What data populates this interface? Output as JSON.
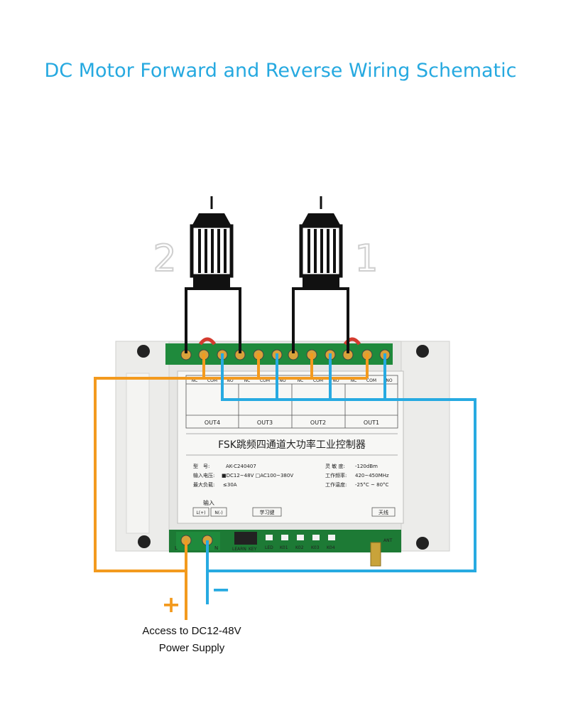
{
  "title": "DC Motor Forward and Reverse Wiring Schematic",
  "motors": [
    {
      "label": "2"
    },
    {
      "label": "1"
    }
  ],
  "controller": {
    "name": "FSK跳频四通道大功率工业控制器",
    "outputs": [
      "OUT4",
      "OUT3",
      "OUT2",
      "OUT1"
    ],
    "contact_labels": [
      "NC",
      "COM",
      "NO"
    ],
    "spec_rows": [
      {
        "label": "型　号:",
        "value": "AK-C240407"
      },
      {
        "label": "输入电压:",
        "value": "■DC12~48V □AC100~380V"
      },
      {
        "label": "最大负载:",
        "value": "≤30A"
      },
      {
        "label": "灵 敏 度:",
        "value": "-120dBm"
      },
      {
        "label": "工作频率:",
        "value": "420~450MHz"
      },
      {
        "label": "工作温度:",
        "value": "-25°C ~ 80°C"
      }
    ],
    "input_label": "输入",
    "input_terminals": [
      "L(+)",
      "N(-)"
    ],
    "learn_button": "学习键",
    "antenna_label": "天线",
    "bottom_labels": [
      "L",
      "N",
      "LEARN",
      "KEY",
      "LED",
      "K01",
      "K02",
      "K03",
      "K04",
      "ANT"
    ]
  },
  "power": {
    "plus": "+",
    "minus": "−",
    "caption_line1": "Access to DC12-48V",
    "caption_line2": "Power Supply"
  },
  "colors": {
    "title": "#26a9e0",
    "positive_wire": "#f39a1e",
    "negative_wire": "#27aae1",
    "motor_wire": "#111111",
    "terminal_green": "#1f8a3c",
    "housing": "#e9e9e7"
  }
}
